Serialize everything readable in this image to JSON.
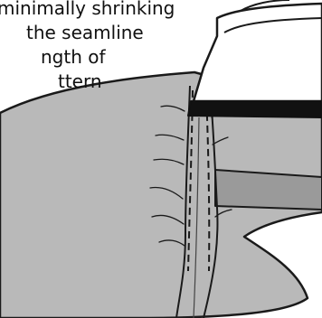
{
  "caption": {
    "line1": "minimally shrinking",
    "line2": "the seamline",
    "line3": "ngth of",
    "line4": "ttern"
  },
  "colors": {
    "fabric": "#b9b9b9",
    "fabric_band": "#9a9a9a",
    "outline": "#1a1a1a",
    "iron_body": "#ffffff",
    "iron_sole": "#111111"
  }
}
